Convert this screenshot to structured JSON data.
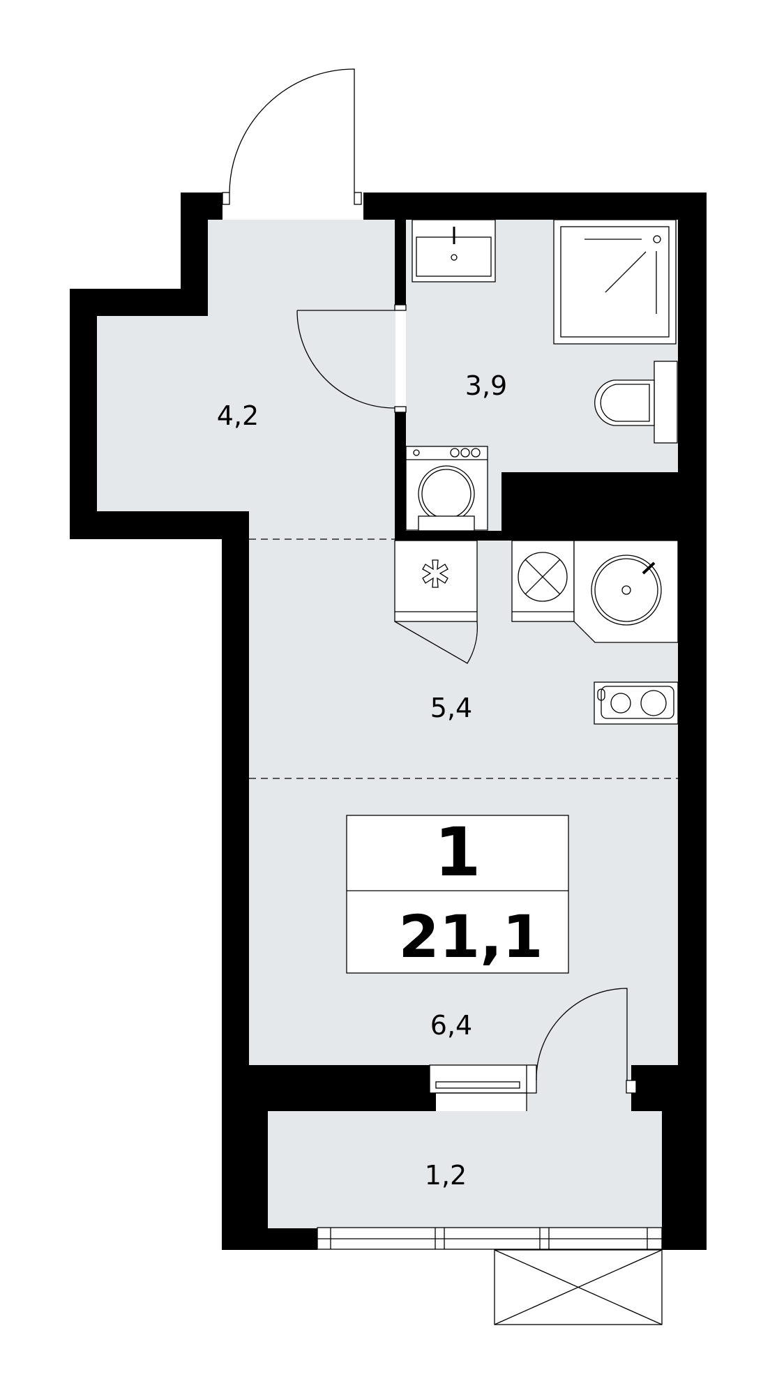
{
  "plan": {
    "rooms_count": "1",
    "total_area": "21,1"
  },
  "areas": {
    "hall": "4,2",
    "bathroom": "3,9",
    "kitchen": "5,4",
    "living": "6,4",
    "balcony": "1,2"
  }
}
